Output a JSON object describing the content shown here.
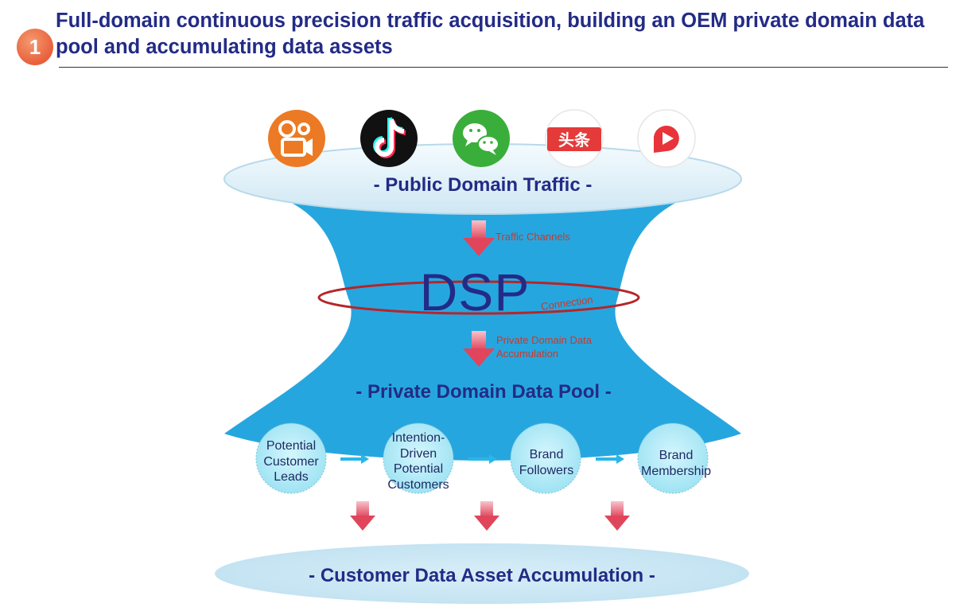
{
  "header": {
    "step_number": "1",
    "title": "Full-domain continuous precision traffic acquisition, building an OEM private domain data pool and accumulating data assets"
  },
  "platform_icons": [
    {
      "name": "kuaishou-icon",
      "color": "#ec7a24"
    },
    {
      "name": "douyin-icon",
      "color": "#111111"
    },
    {
      "name": "wechat-icon",
      "color": "#3aae3a"
    },
    {
      "name": "toutiao-icon",
      "color": "#e43a3a",
      "text": "头条"
    },
    {
      "name": "video-play-icon",
      "color": "#e8333b"
    }
  ],
  "funnel": {
    "top_label": "- Public Domain Traffic -",
    "traffic_channels_label": "Traffic Channels",
    "center_label": "DSP",
    "connection_label": "Connection",
    "private_accumulation_label_line1": "Private Domain Data",
    "private_accumulation_label_line2": "Accumulation",
    "pool_label": "- Private Domain Data Pool -"
  },
  "stages": [
    {
      "lines": [
        "Potential",
        "Customer",
        "Leads"
      ]
    },
    {
      "lines": [
        "Intention-",
        "Driven",
        "Potential",
        "Customers"
      ]
    },
    {
      "lines": [
        "Brand",
        "Followers"
      ]
    },
    {
      "lines": [
        "Brand",
        "Membership"
      ]
    }
  ],
  "bottom_label": "- Customer Data Asset Accumulation -",
  "colors": {
    "funnel_blue": "#26a6df",
    "title_navy": "#232b86",
    "arrow_red": "#e0455b",
    "ring_red": "#b5262a",
    "stage_circle": "#b6eefa"
  }
}
